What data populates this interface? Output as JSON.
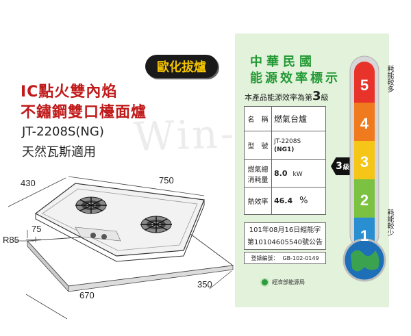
{
  "product": {
    "badge": "歐化拔爐",
    "title_line1": "IC點火雙內焰",
    "title_line2": "不鏽鋼雙口檯面爐",
    "model": "JT-2208S(NG)",
    "gas_type": "天然瓦斯適用"
  },
  "watermark": "Win-Cheer",
  "dimensions": {
    "depth": "430",
    "width": "750",
    "inset": "75",
    "radius": "R85",
    "cutout_width": "670",
    "cutout_depth": "350"
  },
  "energy_label": {
    "title_line1": "中華民國",
    "title_line2": "能源效率標示",
    "grade_prefix": "本產品能源效率為第",
    "grade": "3",
    "grade_suffix": "級",
    "rows": {
      "name_key": "名　稱",
      "name_value": "燃氣台爐",
      "model_key": "型　號",
      "model_value_line1": "JT-2208S",
      "model_value_line2": "(NG1)",
      "consumption_key_line1": "燃氣總",
      "consumption_key_line2": "消耗量",
      "consumption_value": "8.0",
      "consumption_unit": "kW",
      "efficiency_key": "熱效率",
      "efficiency_value": "46.4",
      "efficiency_unit": "%"
    },
    "cert_line1": "101年08月16日經能字",
    "cert_line2": "第10104605540號公告",
    "reg_label": "登錄編號：",
    "reg_value": "GB-102-0149",
    "ministry": "經濟部能源局",
    "arrow_grade": "3",
    "arrow_suffix": "級",
    "scale_labels": [
      "5",
      "4",
      "3",
      "2",
      "1"
    ],
    "side_top": "耗能較多",
    "side_bottom": "耗能較少",
    "scale_colors": [
      "#e8332a",
      "#f07a1e",
      "#f5c518",
      "#7cc242",
      "#2a8fd0"
    ]
  }
}
